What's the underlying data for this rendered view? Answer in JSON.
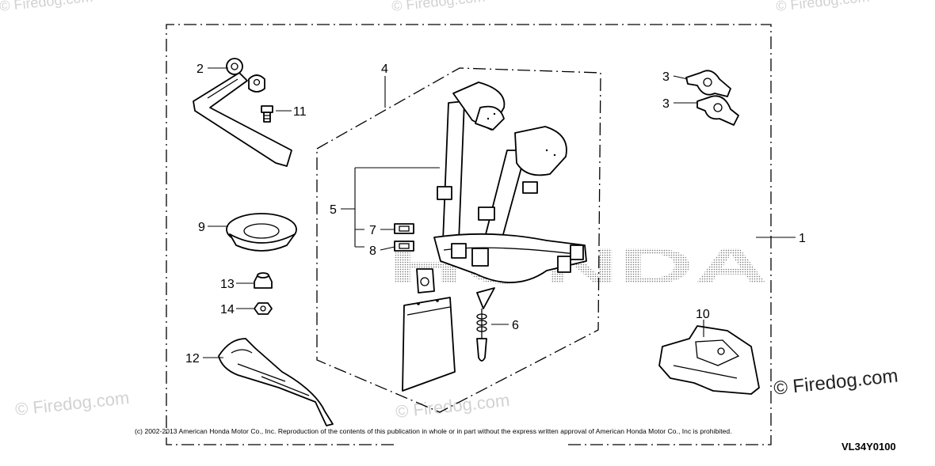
{
  "diagram": {
    "brand_text": "HONDA",
    "callouts": [
      "1",
      "2",
      "3",
      "3",
      "4",
      "5",
      "6",
      "7",
      "8",
      "9",
      "10",
      "11",
      "12",
      "13",
      "14"
    ]
  },
  "watermarks": {
    "small": "© Firedog.com",
    "main": "© Firedog.com"
  },
  "footer": {
    "copyright": "(c) 2002-2013 American Honda Motor Co., Inc. Reproduction of the contents of this publication in whole or in part without the express written approval of American Honda Motor Co., Inc is prohibited.",
    "diagram_code": "VL34Y0100"
  }
}
